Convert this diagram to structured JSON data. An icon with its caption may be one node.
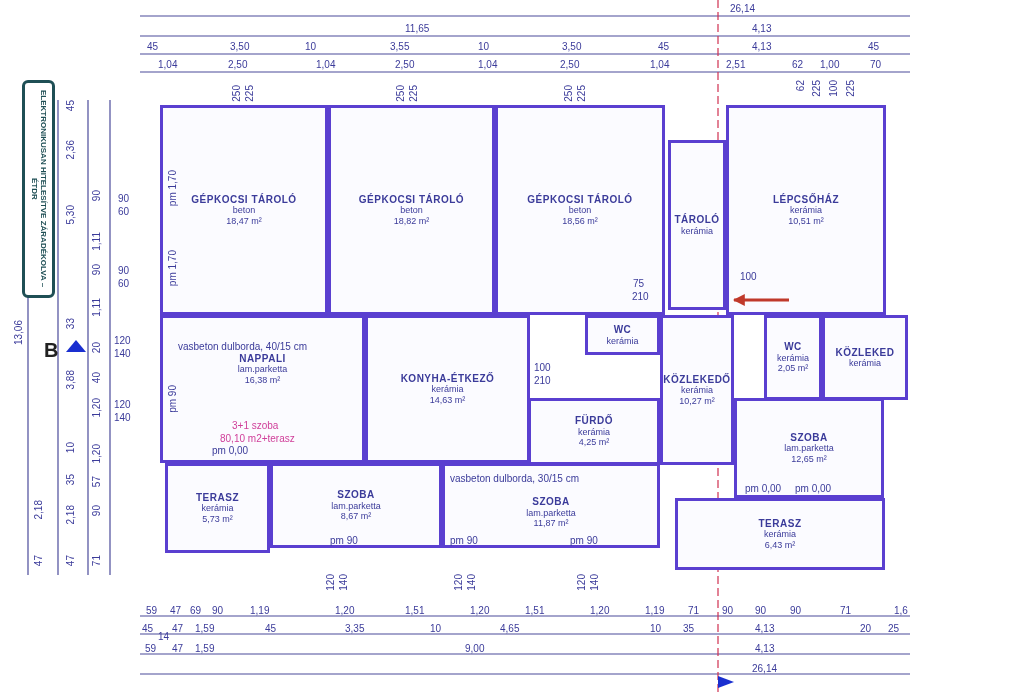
{
  "diagram": {
    "nodes": [
      {
        "text": [
          "GÉPKOCSI TÁROLÓ",
          "beton",
          "18,47 m²"
        ]
      },
      {
        "text": [
          "GÉPKOCSI TÁROLÓ",
          "beton",
          "18,82 m²"
        ]
      },
      {
        "text": [
          "GÉPKOCSI TÁROLÓ",
          "beton",
          "18,56 m²"
        ]
      },
      {
        "text": [
          "TÁROLÓ",
          "kerámia"
        ]
      },
      {
        "text": [
          "LÉPCSŐHÁZ",
          "kerámia",
          "10,51 m²"
        ]
      },
      {
        "text": [
          "NAPPALI",
          "lam.parketta",
          "16,38 m²"
        ]
      },
      {
        "text": [
          "KONYHA-ÉTKEZŐ",
          "kerámia",
          "14,63 m²"
        ]
      },
      {
        "text": [
          "WC",
          "kerámia"
        ]
      },
      {
        "text": [
          "KÖZLEKEDŐ",
          "kerámia",
          "10,27 m²"
        ]
      },
      {
        "text": [
          "FÜRDŐ",
          "kerámia",
          "4,25 m²"
        ]
      },
      {
        "text": [
          "WC",
          "kerámia",
          "2,05 m²"
        ]
      },
      {
        "text": [
          "KÖZLEKED",
          "kerámia"
        ]
      },
      {
        "text": [
          "SZOBA",
          "lam.parketta",
          "12,65 m²"
        ]
      },
      {
        "text": [
          "TERASZ",
          "kerámia",
          "5,73 m²"
        ]
      },
      {
        "text": [
          "SZOBA",
          "lam.parketta",
          "8,67 m²"
        ]
      },
      {
        "text": [
          "SZOBA",
          "lam.parketta",
          "11,87 m²"
        ]
      },
      {
        "text": [
          "TERASZ",
          "kerámia",
          "6,43 m²"
        ]
      }
    ],
    "edges": [
      {
        "from": null,
        "to": 4,
        "arrow": "to",
        "color": "#c0392b"
      }
    ],
    "labels": [
      "26,14",
      "11,65",
      "4,13",
      "45",
      "3,50",
      "10",
      "3,55",
      "10",
      "3,50",
      "45",
      "4,13",
      "45",
      "1,04",
      "2,50",
      "1,04",
      "2,50",
      "1,04",
      "2,50",
      "1,04",
      "2,51",
      "62",
      "1,00",
      "70",
      "ELEKTRONIKUSAN HITELESÍTVE ZÁRADÉKOLVA – ÉTDR",
      "13,06",
      "2,18",
      "47",
      "45",
      "2,36",
      "5,30",
      "33",
      "3,88",
      "10",
      "35",
      "2,18",
      "47",
      "90",
      "1,11",
      "90",
      "1,11",
      "20",
      "40",
      "1,20",
      "1,20",
      "57",
      "90",
      "71",
      "B",
      "90",
      "60",
      "90",
      "60",
      "120",
      "140",
      "120",
      "140",
      "pm 1,70",
      "pm 1,70",
      "vasbeton dulborda, 40/15 cm",
      "pm 90",
      "3+1 szoba",
      "80,10 m2+terasz",
      "pm 0,00",
      "vasbeton dulborda, 30/15 cm",
      "pm 90",
      "pm 90",
      "pm 90",
      "pm 0,00",
      "pm 0,00",
      "75",
      "210",
      "100",
      "210",
      "100",
      "59",
      "47",
      "69",
      "90",
      "1,19",
      "1,20",
      "1,51",
      "1,20",
      "1,51",
      "1,20",
      "1,19",
      "71",
      "90",
      "90",
      "90",
      "71",
      "1,6",
      "45",
      "14",
      "47",
      "1,59",
      "45",
      "3,35",
      "10",
      "4,65",
      "10",
      "35",
      "4,13",
      "20",
      "25",
      "59",
      "47",
      "1,59",
      "9,00",
      "4,13",
      "26,14",
      "120",
      "140",
      "120",
      "140",
      "120",
      "140",
      "250",
      "225",
      "250",
      "225",
      "250",
      "225",
      "62",
      "225",
      "100",
      "225"
    ]
  }
}
